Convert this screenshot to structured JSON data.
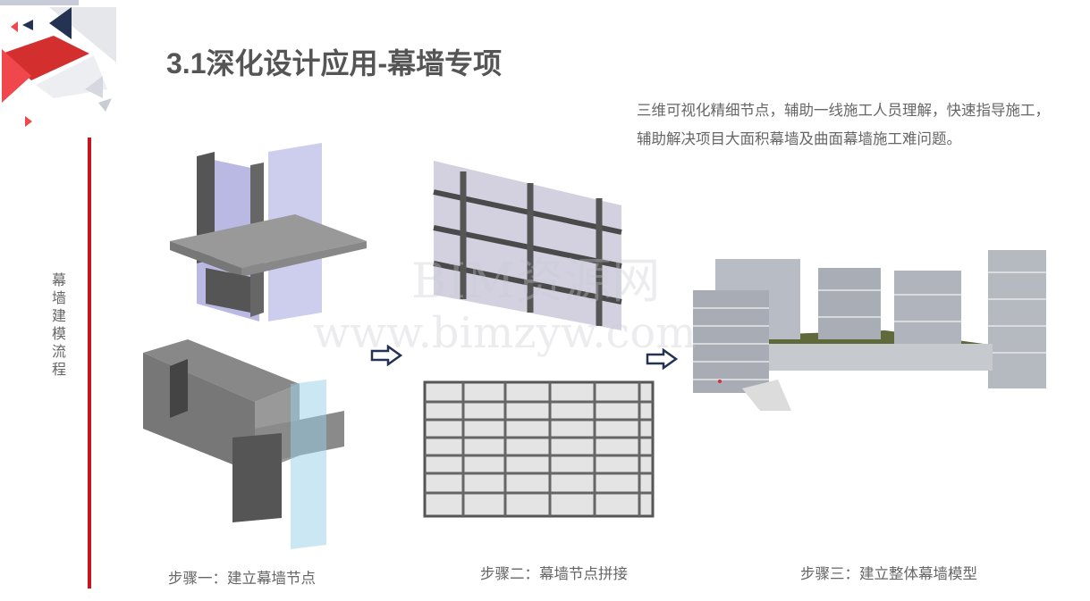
{
  "header": {
    "title": "3.1深化设计应用-幕墙专项",
    "description_lines": [
      "三维可视化精细节点，辅助一线施工人员理解，快速指导施工，",
      "辅助解决项目大面积幕墙及曲面幕墙施工难问题。"
    ]
  },
  "sidebar": {
    "vertical_label": "幕墙建模流程"
  },
  "steps": [
    {
      "label": "步骤一：建立幕墙节点"
    },
    {
      "label": "步骤二：幕墙节点拼接"
    },
    {
      "label": "步骤三：建立整体幕墙模型"
    }
  ],
  "watermark": {
    "line1": "BIM资源网",
    "line2": "www.bimzyw.com"
  },
  "colors": {
    "accent_red": "#c8141e",
    "navy": "#243352",
    "title_gray": "#555555"
  }
}
